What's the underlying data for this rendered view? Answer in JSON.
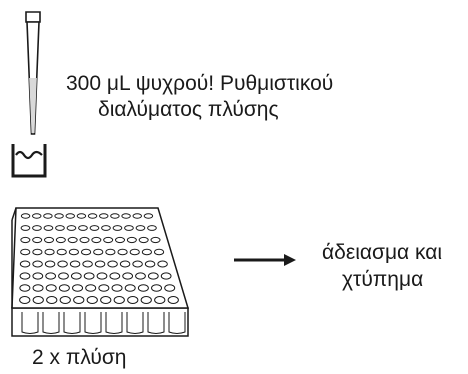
{
  "instruction": {
    "line1": "300 μL ψυχρού! Ρυθμιστικού",
    "line2": "διαλύματος πλύσης"
  },
  "action": {
    "line1": "άδειασμα και",
    "line2": "χτύπημα"
  },
  "footer": {
    "label": "2 x πλύση"
  },
  "icons": {
    "pipette": "pipette-tip-icon",
    "reservoir": "reservoir-icon",
    "plate": "96-well-plate-icon",
    "arrow": "arrow-right-icon"
  },
  "plate": {
    "rows": 8,
    "columns": 12
  },
  "colors": {
    "stroke": "#1a1a1a",
    "liquid": "#d9d9d9",
    "plate_fill": "#ffffff"
  }
}
